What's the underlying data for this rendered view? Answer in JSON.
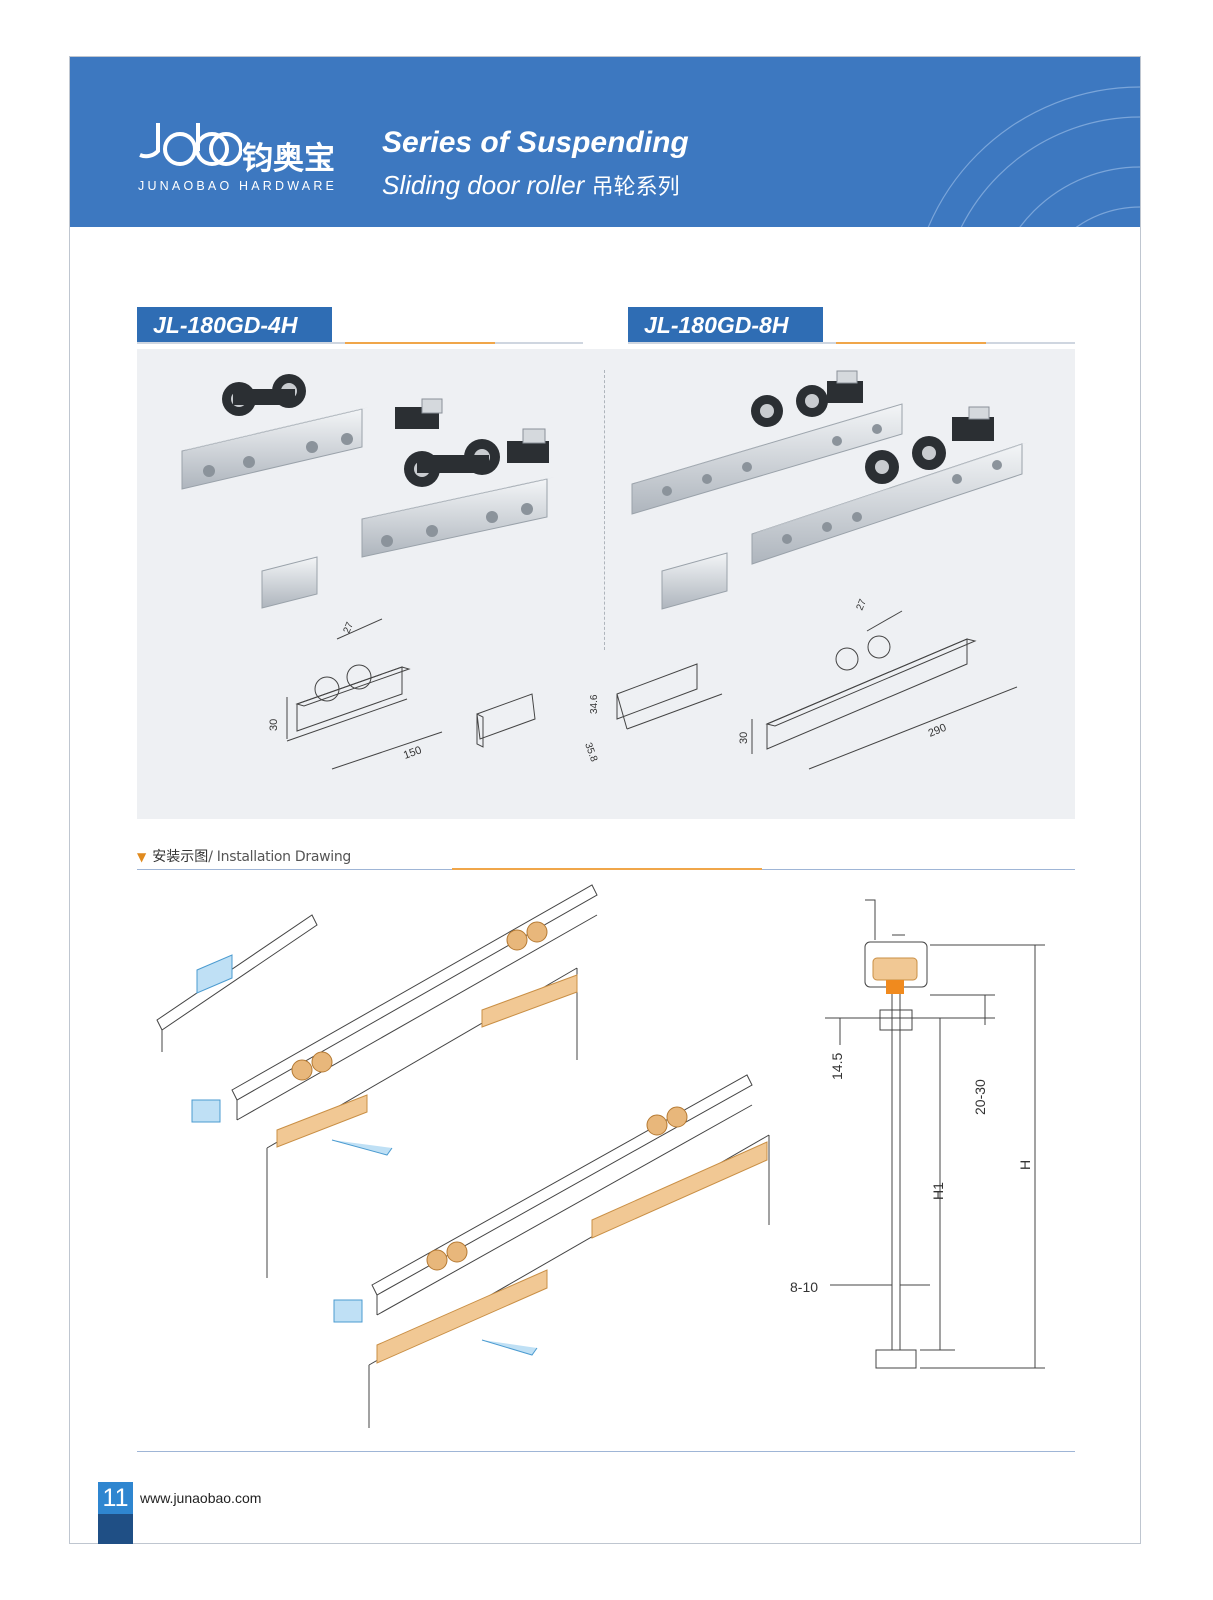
{
  "header": {
    "logo_cn": "钧奥宝",
    "logo_en": "JUNAOBAO HARDWARE",
    "series_title": "Series of Suspending",
    "series_subtitle": "Sliding door roller",
    "series_subtitle_cn": "吊轮系列"
  },
  "products": [
    {
      "model": "JL-180GD-4H",
      "dims": {
        "height": "30",
        "length": "150",
        "top": "27"
      }
    },
    {
      "model": "JL-180GD-8H",
      "dims": {
        "height": "30",
        "length": "290",
        "top": "27"
      }
    }
  ],
  "track_dims": {
    "height": "34.6",
    "width": "35.8"
  },
  "installation": {
    "title_cn": "安装示图",
    "title_en": "/ Installation Drawing",
    "dims": {
      "a": "14.5",
      "b": "20-30",
      "h": "H",
      "h1": "H1",
      "gap": "8-10"
    }
  },
  "footer": {
    "page_number": "11",
    "website": "www.junaobao.com"
  },
  "colors": {
    "header_blue": "#3d78c0",
    "tab_blue": "#2f6db4",
    "accent_orange": "#f0a64a",
    "page_box": "#2f86d0"
  }
}
